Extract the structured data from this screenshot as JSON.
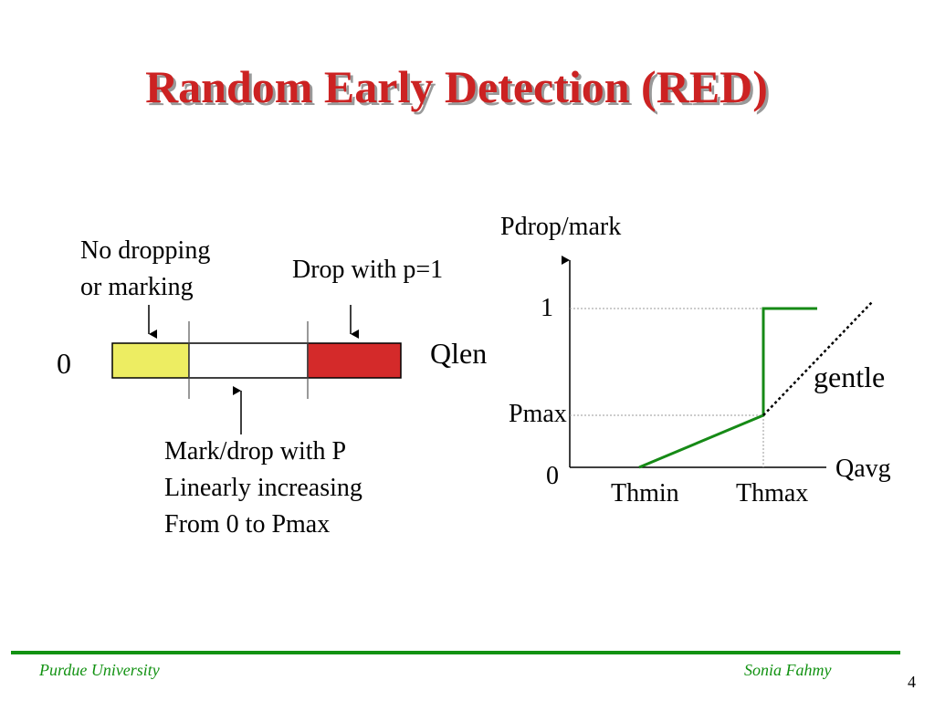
{
  "slide": {
    "title": "Random Early Detection (RED)",
    "footer_left": "Purdue University",
    "footer_right": "Sonia Fahmy",
    "page_number": "4"
  },
  "queue_diagram": {
    "zero_label": "0",
    "qlen_label": "Qlen",
    "no_drop_label_line1": "No dropping",
    "no_drop_label_line2": "or marking",
    "drop_label": "Drop with p=1",
    "mark_label_line1": "Mark/drop with P",
    "mark_label_line2": "Linearly increasing",
    "mark_label_line3": "From 0 to Pmax",
    "colors": {
      "no_drop": "#eded62",
      "mark": "#ffffff",
      "drop": "#d42a2a"
    }
  },
  "graph": {
    "y_title": "Pdrop/mark",
    "x_title": "Qavg",
    "y_tick_1": "1",
    "y_tick_pmax": "Pmax",
    "y_tick_0": "0",
    "x_tick_thmin": "Thmin",
    "x_tick_thmax": "Thmax",
    "gentle_label": "gentle",
    "line_color": "#168a16"
  }
}
